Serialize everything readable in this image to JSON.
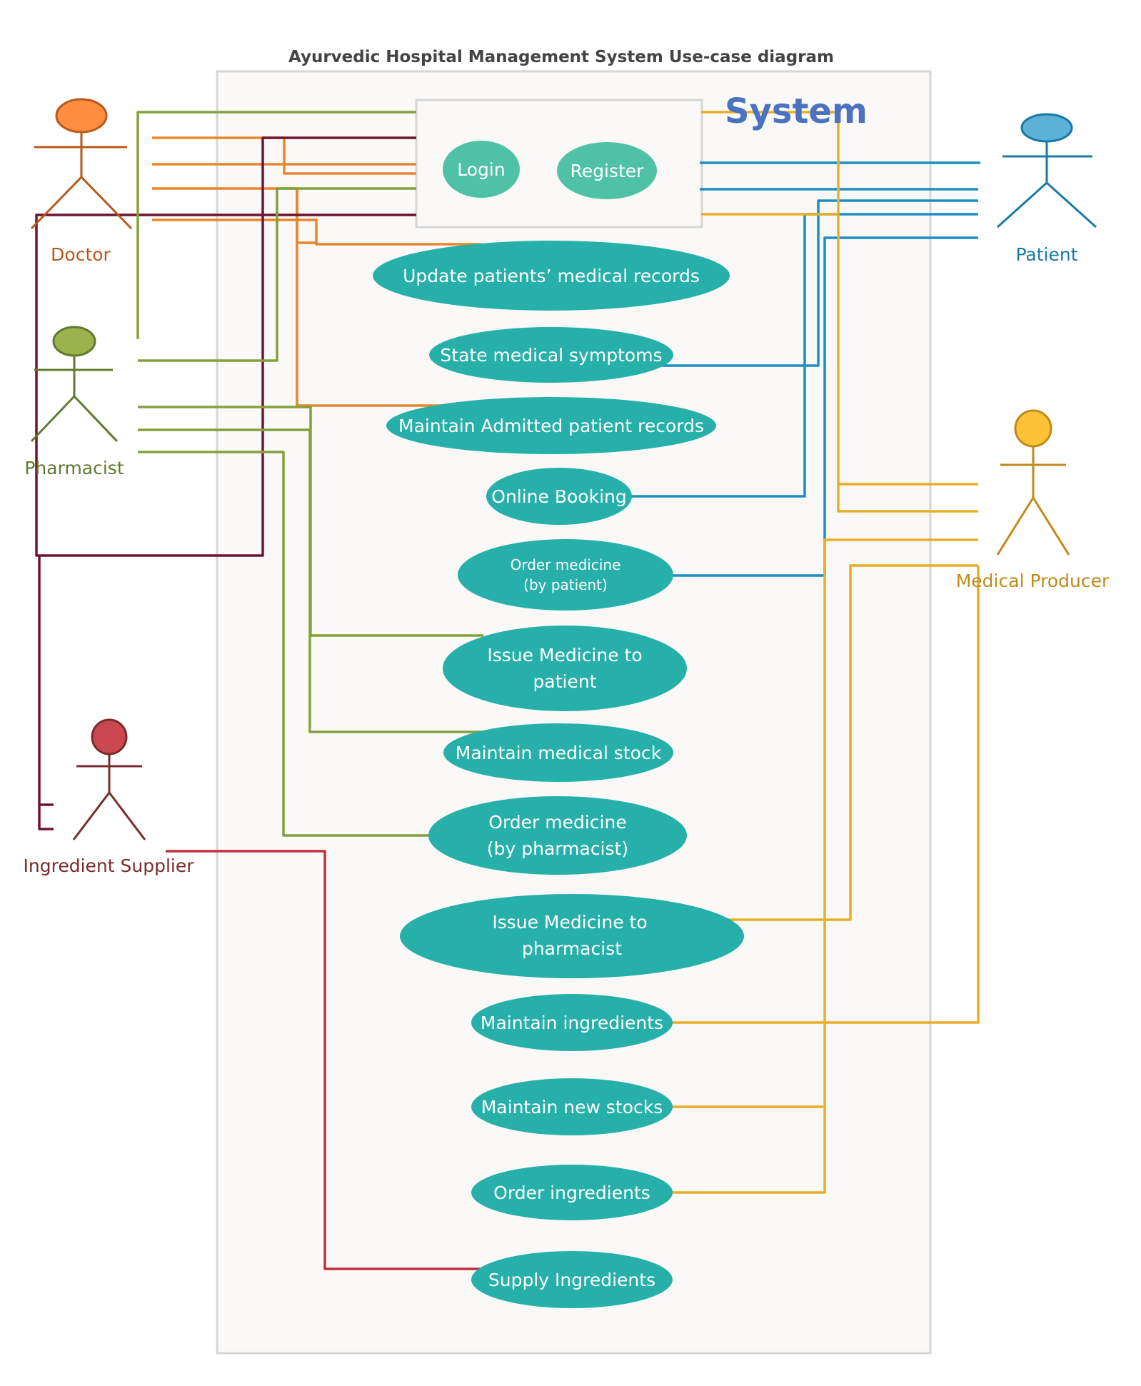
{
  "title": "Ayurvedic Hospital Management System Use-case diagram",
  "system_label": "System",
  "actors": {
    "doctor": "Doctor",
    "pharmacist": "Pharmacist",
    "patient": "Patient",
    "medical_producer": "Medical Producer",
    "ingredient_supplier": "Ingredient Supplier"
  },
  "use_cases": {
    "login": "Login",
    "register": "Register",
    "update_records": "Update patients’ medical records",
    "state_symptoms": "State medical symptoms",
    "maintain_admitted": "Maintain Admitted patient records",
    "online_booking": "Online Booking",
    "order_medicine_patient_1": "Order medicine",
    "order_medicine_patient_2": "(by patient)",
    "issue_medicine_patient_1": "Issue Medicine to",
    "issue_medicine_patient_2": "patient",
    "maintain_medical_stock": "Maintain medical stock",
    "order_medicine_pharmacist_1": "Order medicine",
    "order_medicine_pharmacist_2": "(by pharmacist)",
    "issue_medicine_pharmacist_1": "Issue Medicine to",
    "issue_medicine_pharmacist_2": "pharmacist",
    "maintain_ingredients": "Maintain ingredients",
    "maintain_new_stocks": "Maintain new stocks",
    "order_ingredients": "Order ingredients",
    "supply_ingredients": "Supply Ingredients"
  },
  "colors": {
    "doctor": "#e8862c",
    "doctor_head": "#ff8c3f",
    "doctor_label": "#b7591b",
    "pharmacist": "#84a03b",
    "pharmacist_head": "#9cb24f",
    "pharmacist_label": "#617a2e",
    "patient": "#1a8ec5",
    "patient_head": "#5bb1d6",
    "patient_label": "#1a7aa6",
    "medical_producer": "#e9ad27",
    "medical_producer_head": "#fec236",
    "medical_producer_label": "#c08a1a",
    "supplier": "#c1303d",
    "supplier_head": "#cb4752",
    "supplier_label": "#7a2c2c",
    "maroon": "#6d1431",
    "usecase_fill": "#27b0aa",
    "login_fill": "#4fc2a6",
    "system_fill": "#faf9f8",
    "system_border": "#d6d6d6",
    "system_label": "#4a72c0"
  }
}
